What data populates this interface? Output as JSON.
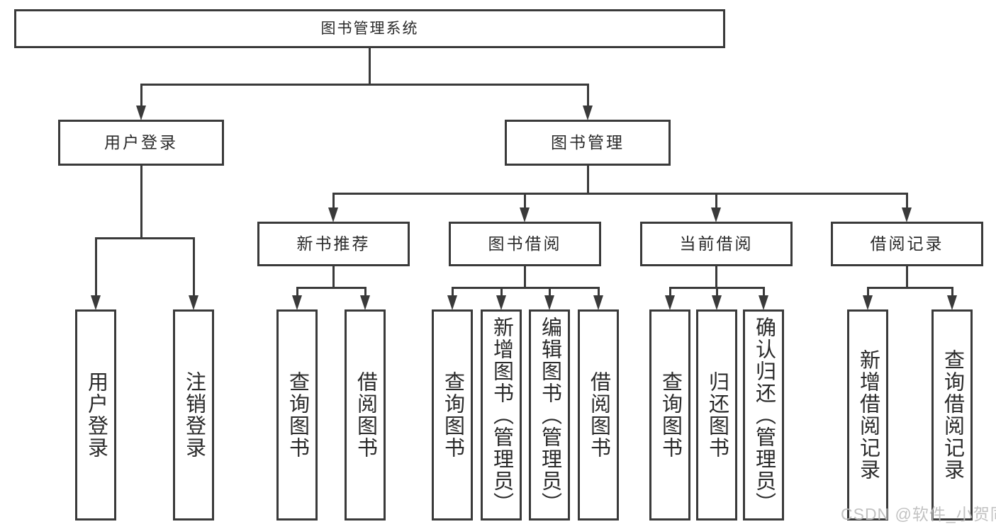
{
  "diagram": {
    "title": "图书管理系统",
    "colors": {
      "line": "#3a3a3a",
      "text": "#2a2a2a",
      "box_background": "#ffffff",
      "page_background": "#ffffff",
      "watermark": "#bdbdbd"
    },
    "tree": {
      "root": {
        "label": "图书管理系统",
        "children": [
          {
            "label": "用户登录",
            "children": [
              {
                "label": "用户登录"
              },
              {
                "label": "注销登录"
              }
            ]
          },
          {
            "label": "图书管理",
            "children": [
              {
                "label": "新书推荐",
                "children": [
                  {
                    "label": "查询图书"
                  },
                  {
                    "label": "借阅图书"
                  }
                ]
              },
              {
                "label": "图书借阅",
                "children": [
                  {
                    "label": "查询图书"
                  },
                  {
                    "label": "新增图书（管理员）"
                  },
                  {
                    "label": "编辑图书（管理员）"
                  },
                  {
                    "label": "借阅图书"
                  }
                ]
              },
              {
                "label": "当前借阅",
                "children": [
                  {
                    "label": "查询图书"
                  },
                  {
                    "label": "归还图书"
                  },
                  {
                    "label": "确认归还（管理员）"
                  }
                ]
              },
              {
                "label": "借阅记录",
                "children": [
                  {
                    "label": "新增借阅记录"
                  },
                  {
                    "label": "查询借阅记录"
                  }
                ]
              }
            ]
          }
        ]
      }
    },
    "watermark": "CSDN @软件_小贺同学"
  }
}
